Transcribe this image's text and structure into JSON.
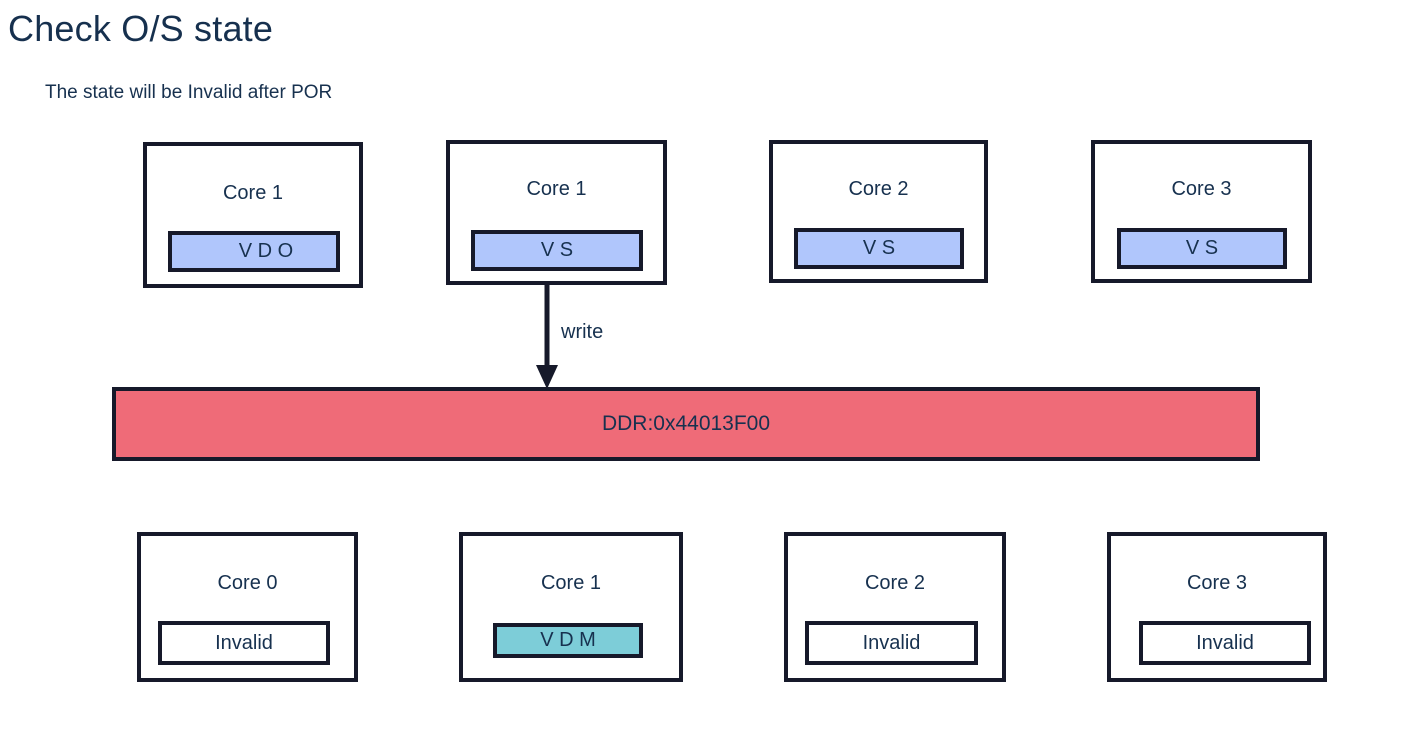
{
  "page": {
    "title": "Check O/S state",
    "subtitle": "The state will be Invalid after POR"
  },
  "colors": {
    "text": "#17314f",
    "outline": "#16192a",
    "badge_blue": "#b0c6fc",
    "badge_teal": "#7dcdd8",
    "badge_white": "#ffffff",
    "ddr_fill": "#ef6b78",
    "background": "#ffffff"
  },
  "top_row": {
    "cores": [
      {
        "name": "Core 1",
        "state": "V D O",
        "badge_style": "blue"
      },
      {
        "name": "Core 1",
        "state": "V S",
        "badge_style": "blue"
      },
      {
        "name": "Core 2",
        "state": "V S",
        "badge_style": "blue"
      },
      {
        "name": "Core 3",
        "state": "V S",
        "badge_style": "blue"
      }
    ]
  },
  "arrow": {
    "label": "write",
    "from": "Core 1 (top row, second box)",
    "to": "DDR:0x44013F00",
    "direction": "down"
  },
  "memory": {
    "label": "DDR:0x44013F00"
  },
  "bottom_row": {
    "cores": [
      {
        "name": "Core 0",
        "state": "Invalid",
        "badge_style": "white"
      },
      {
        "name": "Core 1",
        "state": "V D M",
        "badge_style": "teal"
      },
      {
        "name": "Core 2",
        "state": "Invalid",
        "badge_style": "white"
      },
      {
        "name": "Core 3",
        "state": "Invalid",
        "badge_style": "white"
      }
    ]
  }
}
